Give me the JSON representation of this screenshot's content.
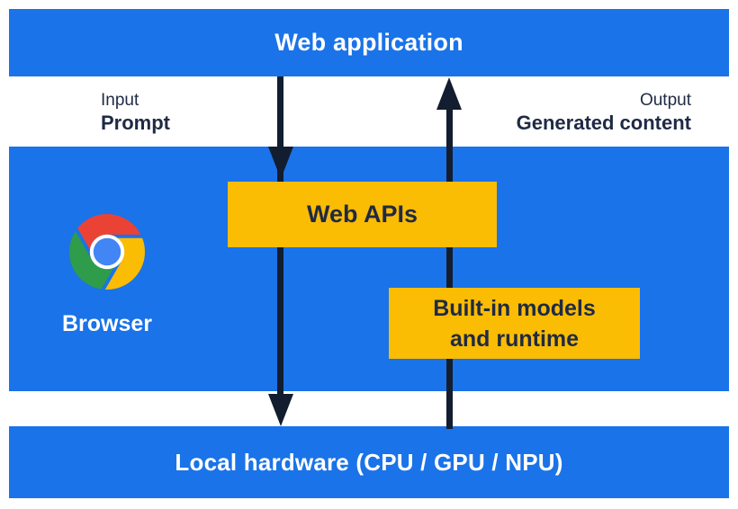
{
  "colors": {
    "blue": "#1A73E8",
    "yellow": "#FBBC04",
    "arrow": "#131D30",
    "dark_text": "#1F2A44",
    "chrome_red": "#EA4335",
    "chrome_green": "#2E9C4B",
    "chrome_yellow": "#FBBC04",
    "chrome_blue": "#4285F4"
  },
  "diagram": {
    "top_bar": {
      "label": "Web application"
    },
    "io": {
      "input_title": "Input",
      "input_value": "Prompt",
      "output_title": "Output",
      "output_value": "Generated content"
    },
    "arrows": [
      {
        "direction": "down",
        "from": "Web application",
        "via": "Web APIs",
        "to": "Local hardware (CPU / GPU / NPU)"
      },
      {
        "direction": "up",
        "from": "Local hardware (CPU / GPU / NPU)",
        "via": "Built-in models and runtime",
        "to": "Web application"
      }
    ],
    "browser": {
      "label": "Browser",
      "icon": "chrome-logo"
    },
    "web_apis_box": {
      "label": "Web APIs"
    },
    "builtin_box": {
      "label_line1": "Built-in models",
      "label_line2": "and runtime"
    },
    "bottom_bar": {
      "label": "Local hardware (CPU / GPU / NPU)"
    }
  }
}
